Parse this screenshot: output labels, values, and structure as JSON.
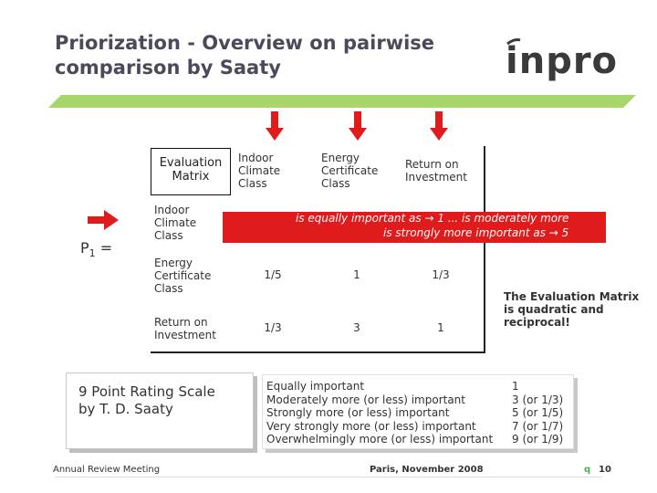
{
  "slide": {
    "title_line1": "Priorization - Overview on pairwise",
    "title_line2": "comparison by Saaty",
    "logo_text": "inpro",
    "accent_color": "#a8d66a",
    "arrow_color": "#e01b1b"
  },
  "matrix": {
    "corner_label_line1": "Evaluation",
    "corner_label_line2": "Matrix",
    "col_headers": [
      [
        "Indoor",
        "Climate",
        "Class"
      ],
      [
        "Energy",
        "Certificate",
        "Class"
      ],
      [
        "Return on",
        "Investment"
      ]
    ],
    "row_headers": [
      [
        "Indoor",
        "Climate",
        "Class"
      ],
      [
        "Energy",
        "Certificate",
        "Class"
      ],
      [
        "Return on",
        "Investment"
      ]
    ],
    "rows": [
      [
        "",
        "",
        ""
      ],
      [
        "1/5",
        "1",
        "1/3"
      ],
      [
        "1/3",
        "3",
        "1"
      ]
    ],
    "banner_top": "is equally important as → 1  ... is moderately more",
    "banner_bottom": "is strongly more important as → 5"
  },
  "p1_label": "P",
  "p1_sub": "1",
  "p1_eq": "=",
  "note": {
    "line1": "The Evaluation Matrix",
    "line2": "is quadratic and",
    "line3": "reciprocal!"
  },
  "rating": {
    "title_line1": "9 Point Rating Scale",
    "title_line2": "by T. D. Saaty",
    "labels": [
      "Equally important",
      "Moderately more (or less) important",
      "Strongly more (or less) important",
      "Very strongly more (or less) important",
      "Overwhelmingly more (or less) important"
    ],
    "values": [
      "1",
      "3 (or 1/3)",
      "5 (or 1/5)",
      "7 (or 1/7)",
      "9 (or 1/9)"
    ]
  },
  "footer": {
    "left": "Annual Review Meeting",
    "center": "Paris, November 2008",
    "page_bullet": "q",
    "page": "10"
  }
}
